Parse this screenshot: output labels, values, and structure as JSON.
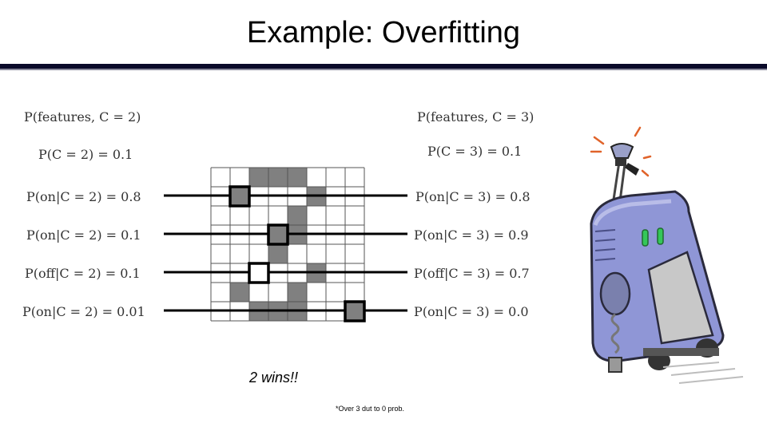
{
  "slide": {
    "title": "Example: Overfitting",
    "left_equations": [
      "P(features, C = 2)",
      "P(C = 2) = 0.1",
      "P(on|C = 2) = 0.8",
      "P(on|C = 2) = 0.1",
      "P(off|C = 2) = 0.1",
      "P(on|C = 2) = 0.01"
    ],
    "right_equations": [
      "P(features, C = 3)",
      "P(C = 3) = 0.1",
      "P(on|C = 3) = 0.8",
      "P(on|C = 3) = 0.9",
      "P(off|C = 3) = 0.7",
      "P(on|C = 3) = 0.0"
    ],
    "result_text": "2 wins!!",
    "footnote": "*Over 3 dut to 0 prob."
  },
  "digit_grid": {
    "rows": 8,
    "cols": 8,
    "filled_cells": [
      [
        0,
        2
      ],
      [
        0,
        3
      ],
      [
        0,
        4
      ],
      [
        1,
        5
      ],
      [
        2,
        4
      ],
      [
        3,
        4
      ],
      [
        4,
        3
      ],
      [
        5,
        5
      ],
      [
        6,
        1
      ],
      [
        6,
        4
      ],
      [
        7,
        2
      ],
      [
        7,
        3
      ],
      [
        7,
        4
      ]
    ],
    "fill_color": "#808080",
    "highlighted_cells": [
      {
        "row": 1,
        "col": 1,
        "filled": true
      },
      {
        "row": 3,
        "col": 3,
        "filled": true
      },
      {
        "row": 5,
        "col": 2,
        "filled": false
      },
      {
        "row": 7,
        "col": 7,
        "filled": true
      }
    ]
  },
  "illustration": {
    "robot_color": "#8f96d6"
  }
}
